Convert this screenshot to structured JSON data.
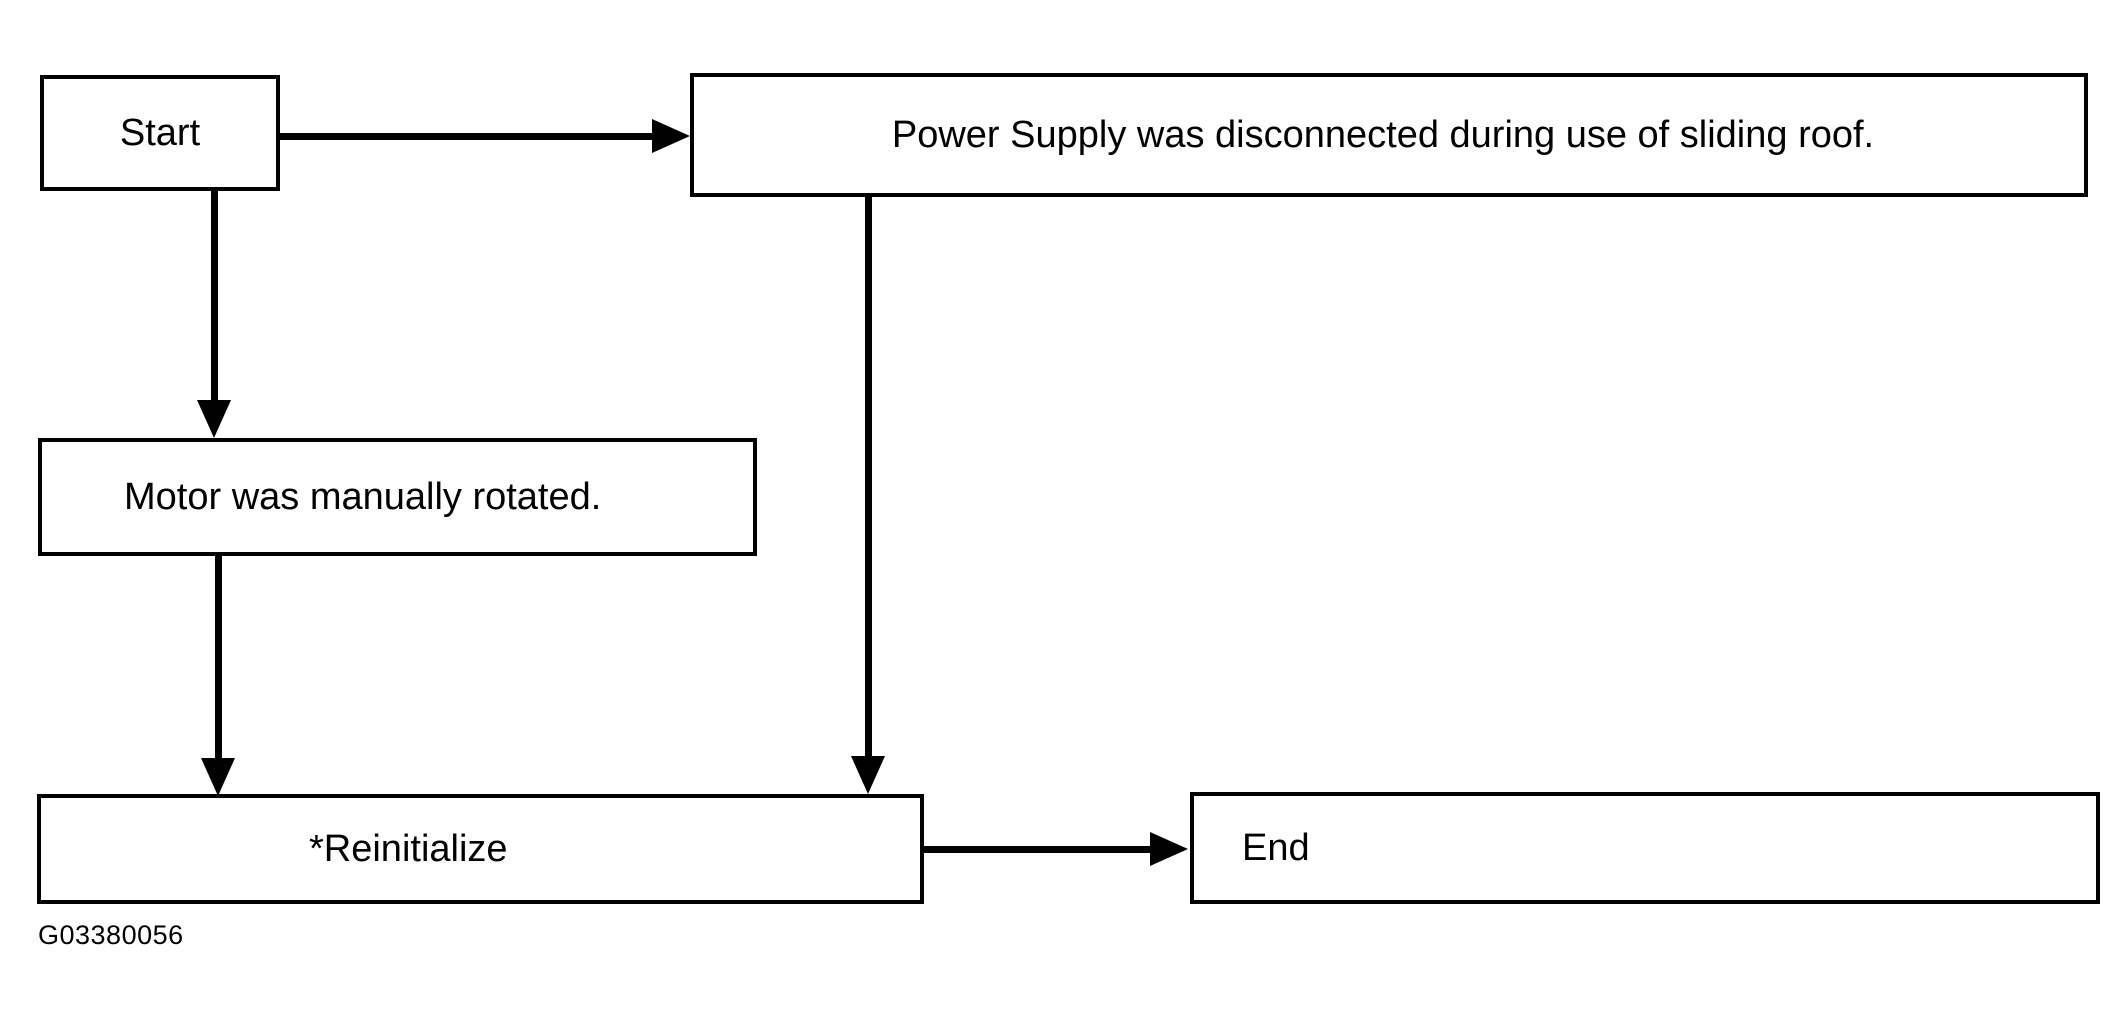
{
  "diagram": {
    "type": "flowchart",
    "caption": "G03380056",
    "colors": {
      "stroke": "#000000",
      "fill": "#ffffff",
      "text": "#000000"
    },
    "nodes": [
      {
        "id": "start",
        "label": "Start"
      },
      {
        "id": "power_supply",
        "label": "Power Supply was disconnected during use of sliding roof."
      },
      {
        "id": "motor",
        "label": "Motor was manually rotated."
      },
      {
        "id": "reinitialize",
        "label": "*Reinitialize"
      },
      {
        "id": "end",
        "label": "End"
      }
    ],
    "edges": [
      {
        "id": "start_to_power_supply",
        "from": "start",
        "to": "power_supply",
        "direction": "right"
      },
      {
        "id": "start_to_motor",
        "from": "start",
        "to": "motor",
        "direction": "down"
      },
      {
        "id": "power_supply_to_reinitialize",
        "from": "power_supply",
        "to": "reinitialize",
        "direction": "down"
      },
      {
        "id": "motor_to_reinitialize",
        "from": "motor",
        "to": "reinitialize",
        "direction": "down"
      },
      {
        "id": "reinitialize_to_end",
        "from": "reinitialize",
        "to": "end",
        "direction": "right"
      }
    ]
  }
}
